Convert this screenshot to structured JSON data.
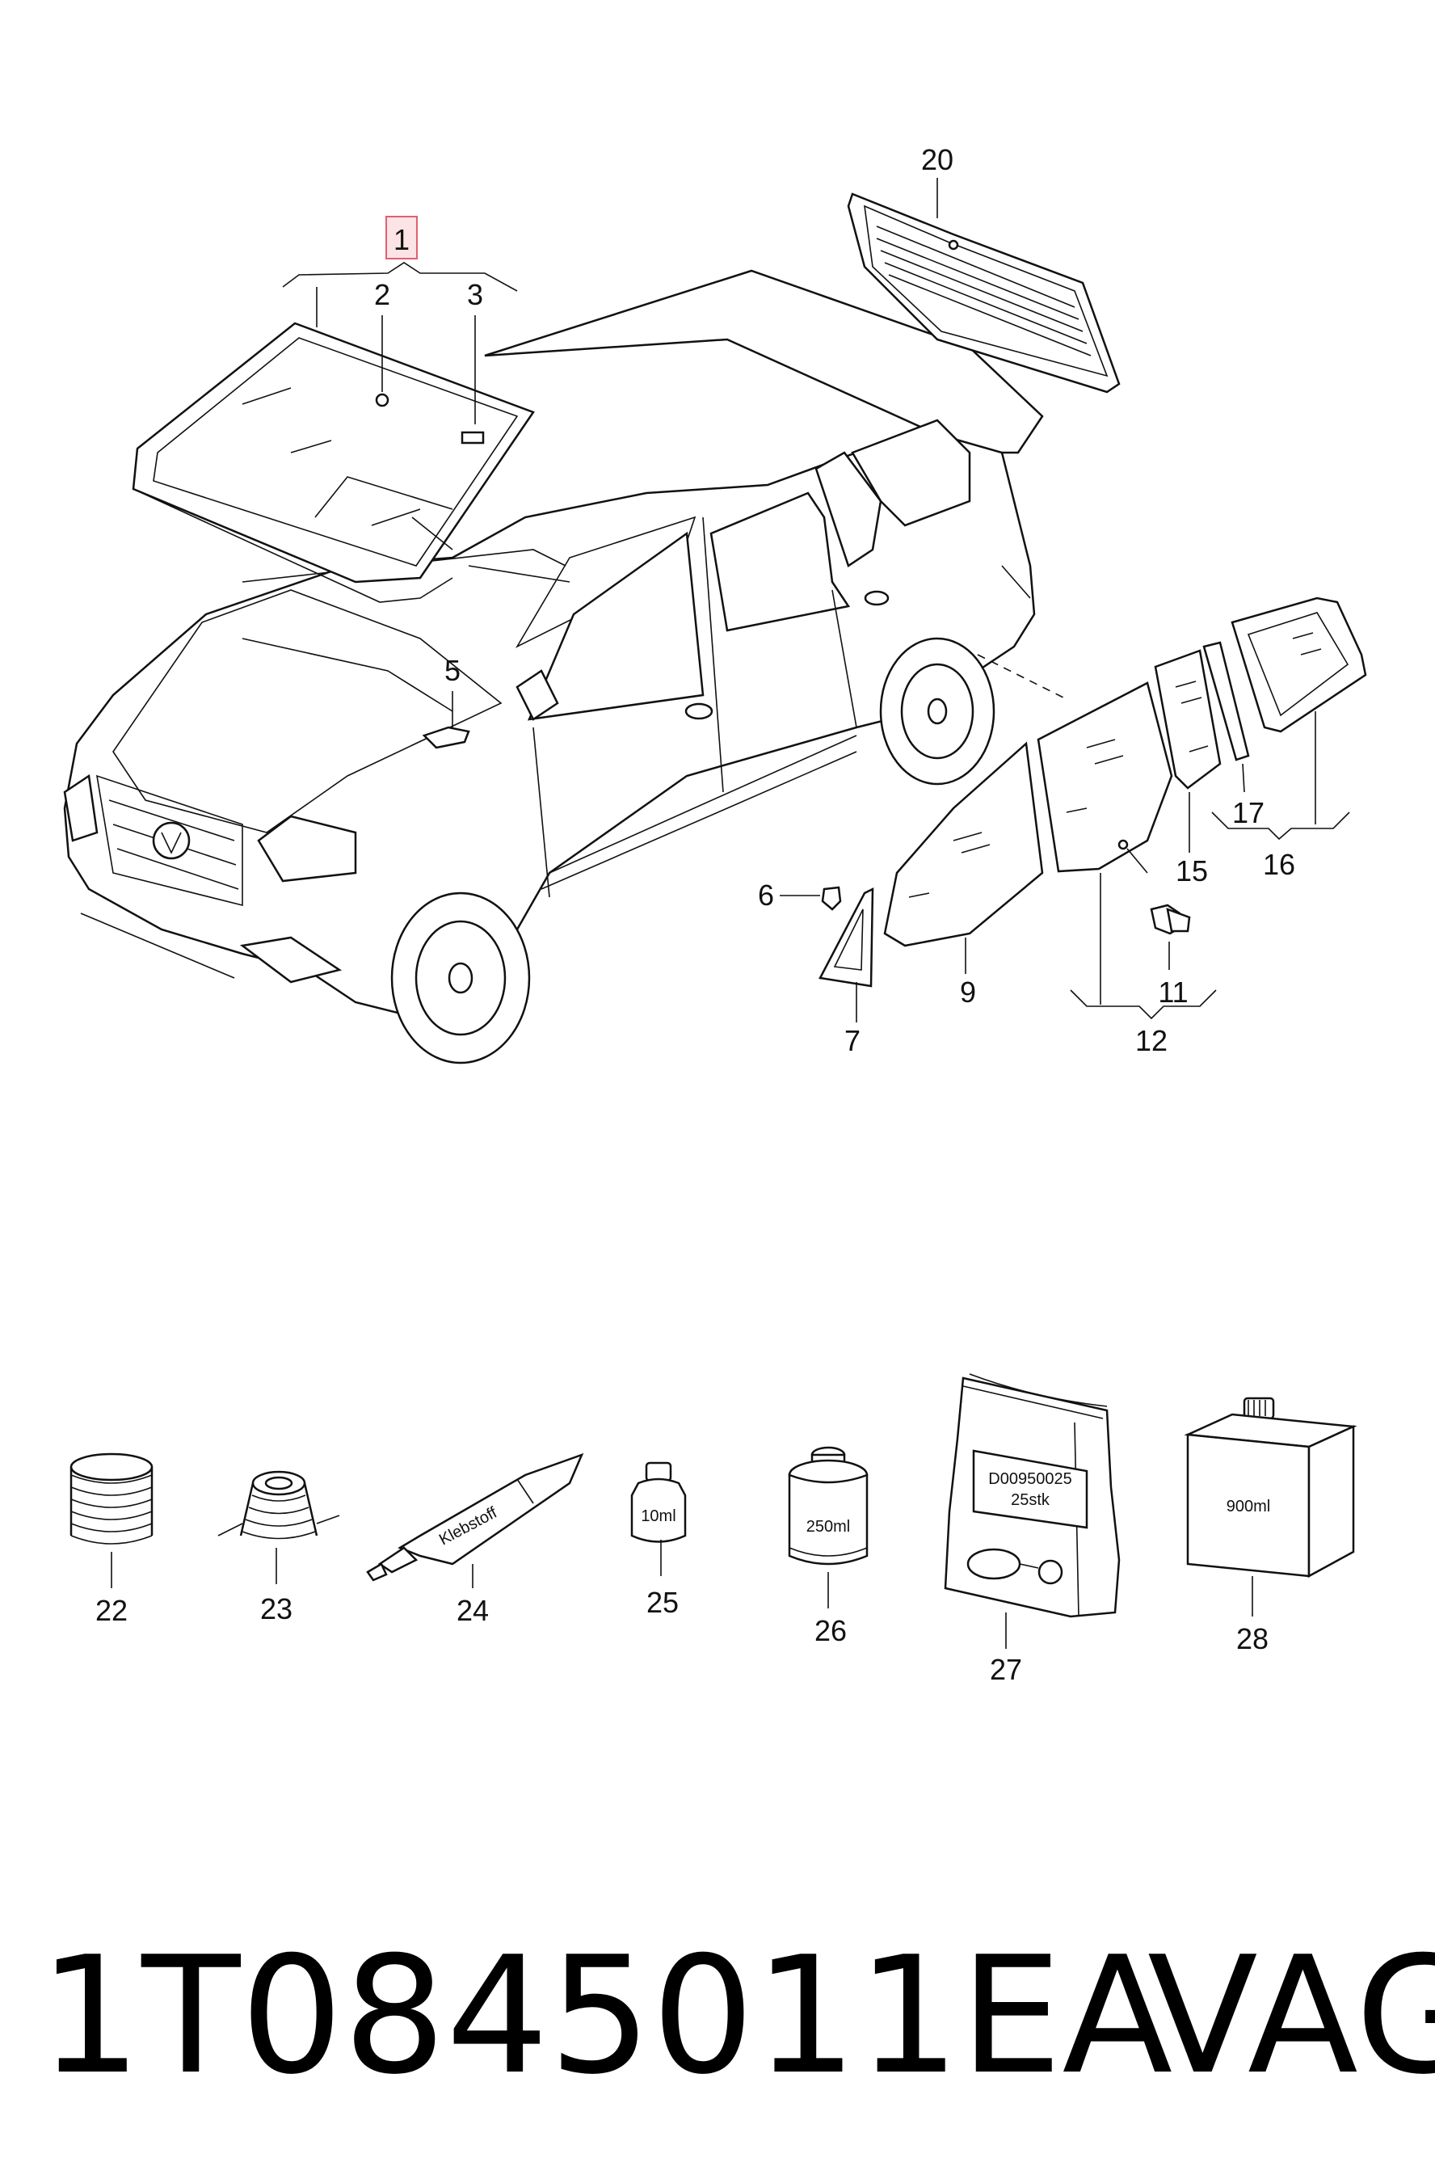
{
  "callouts": {
    "c1": "1",
    "c2": "2",
    "c3": "3",
    "c5": "5",
    "c6": "6",
    "c7": "7",
    "c9": "9",
    "c11": "11",
    "c12": "12",
    "c15": "15",
    "c16": "16",
    "c17": "17",
    "c20": "20",
    "c22": "22",
    "c23": "23",
    "c24": "24",
    "c25": "25",
    "c26": "26",
    "c27": "27",
    "c28": "28"
  },
  "product_labels": {
    "tube": "Klebstoff",
    "bottle_small": "10ml",
    "can": "250ml",
    "bag_line1": "D00950025",
    "bag_line2": "25stk",
    "canister": "900ml"
  },
  "footer": {
    "part_number": "1T0845011EA",
    "brand": "VAG"
  },
  "colors": {
    "highlight_border": "#e06070",
    "highlight_fill": "#fbe3e6",
    "line": "#111111"
  }
}
